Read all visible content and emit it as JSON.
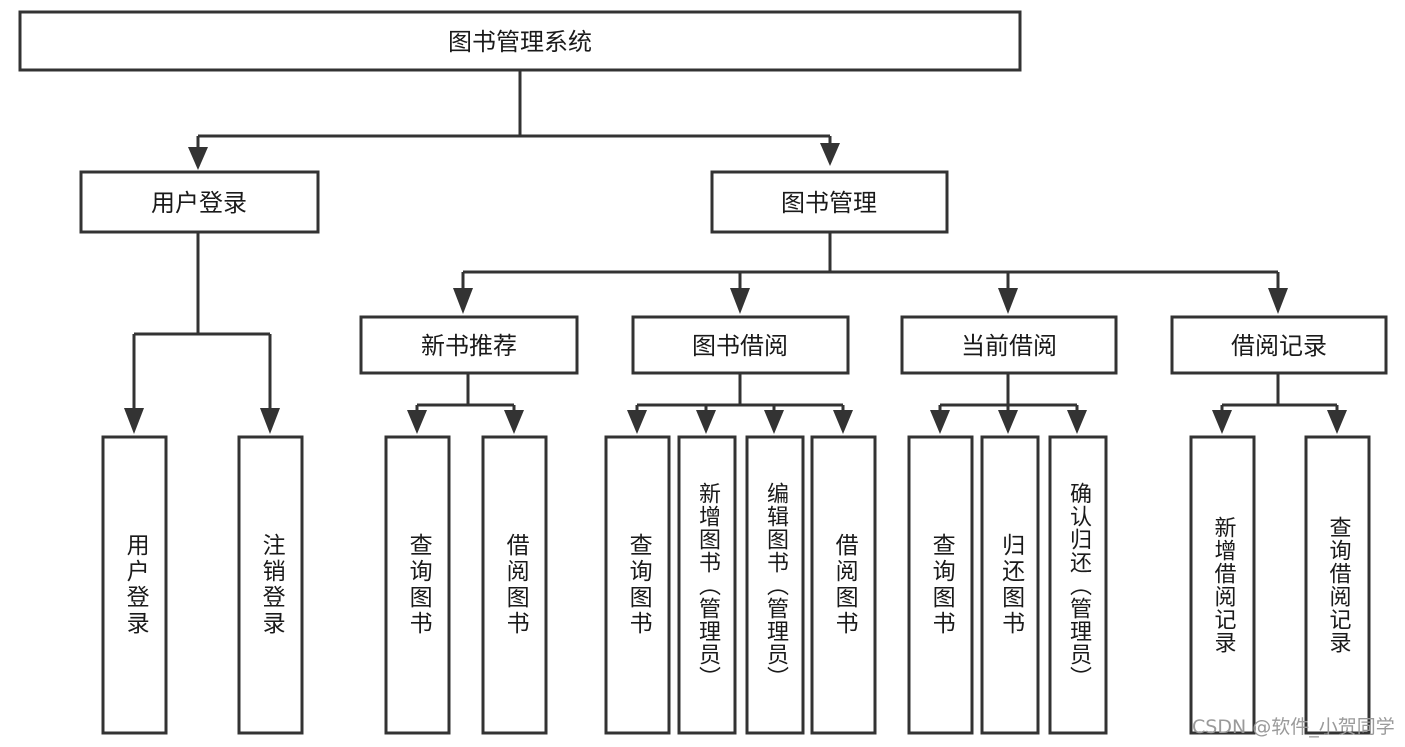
{
  "diagram": {
    "title_node": {
      "label": "图书管理系统"
    },
    "level2": [
      {
        "id": "user-login",
        "label": "用户登录"
      },
      {
        "id": "book-management",
        "label": "图书管理"
      }
    ],
    "level3": [
      {
        "id": "new-book-recommend",
        "label": "新书推荐"
      },
      {
        "id": "book-borrow",
        "label": "图书借阅"
      },
      {
        "id": "current-borrow",
        "label": "当前借阅"
      },
      {
        "id": "borrow-record",
        "label": "借阅记录"
      }
    ],
    "leaves": [
      {
        "id": "leaf-user-login",
        "label": "用户登录",
        "parent": "user-login"
      },
      {
        "id": "leaf-logout-login",
        "label": "注销登录",
        "parent": "user-login"
      },
      {
        "id": "leaf-query-book-1",
        "label": "查询图书",
        "parent": "new-book-recommend"
      },
      {
        "id": "leaf-borrow-book-1",
        "label": "借阅图书",
        "parent": "new-book-recommend"
      },
      {
        "id": "leaf-query-book-2",
        "label": "查询图书",
        "parent": "book-borrow"
      },
      {
        "id": "leaf-add-book",
        "label": "新增图书（管理员）",
        "parent": "book-borrow"
      },
      {
        "id": "leaf-edit-book",
        "label": "编辑图书（管理员）",
        "parent": "book-borrow"
      },
      {
        "id": "leaf-borrow-book-2",
        "label": "借阅图书",
        "parent": "book-borrow"
      },
      {
        "id": "leaf-query-book-3",
        "label": "查询图书",
        "parent": "current-borrow"
      },
      {
        "id": "leaf-return-book",
        "label": "归还图书",
        "parent": "current-borrow"
      },
      {
        "id": "leaf-confirm-return",
        "label": "确认归还（管理员）",
        "parent": "current-borrow"
      },
      {
        "id": "leaf-add-record",
        "label": "新增借阅记录",
        "parent": "borrow-record"
      },
      {
        "id": "leaf-query-record",
        "label": "查询借阅记录",
        "parent": "borrow-record"
      }
    ],
    "watermark": "CSDN @软件_小贺同学",
    "colors": {
      "stroke": "#333333",
      "box_fill": "#ffffff",
      "text": "#1a1a1a",
      "watermark": "#9a9a9a",
      "background": "#ffffff"
    }
  }
}
